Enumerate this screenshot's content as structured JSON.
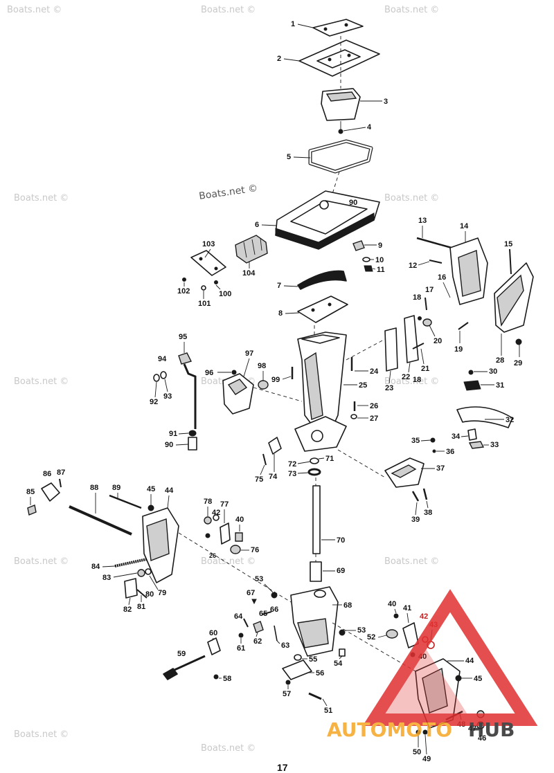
{
  "page_number": "17",
  "watermark": "Boats.net ©",
  "logo": {
    "word1": "AUTOMOTO",
    "word2": "HUB",
    "color_red": "#e03030",
    "color_orange": "#f5a623",
    "color_dark": "#2b2b2b"
  },
  "callouts": [
    {
      "id": "c1",
      "text": "1"
    },
    {
      "id": "c2",
      "text": "2"
    },
    {
      "id": "c3",
      "text": "3"
    },
    {
      "id": "c4",
      "text": "4"
    },
    {
      "id": "c5",
      "text": "5"
    },
    {
      "id": "c90a",
      "text": "90"
    },
    {
      "id": "c6",
      "text": "6"
    },
    {
      "id": "c9",
      "text": "9"
    },
    {
      "id": "c10",
      "text": "10"
    },
    {
      "id": "c11",
      "text": "11"
    },
    {
      "id": "c13",
      "text": "13"
    },
    {
      "id": "c14",
      "text": "14"
    },
    {
      "id": "c15",
      "text": "15"
    },
    {
      "id": "c12",
      "text": "12"
    },
    {
      "id": "c16",
      "text": "16"
    },
    {
      "id": "c103",
      "text": "103"
    },
    {
      "id": "c104",
      "text": "104"
    },
    {
      "id": "c102",
      "text": "102"
    },
    {
      "id": "c101",
      "text": "101"
    },
    {
      "id": "c100",
      "text": "100"
    },
    {
      "id": "c7",
      "text": "7"
    },
    {
      "id": "c8",
      "text": "8"
    },
    {
      "id": "c17",
      "text": "17"
    },
    {
      "id": "c18a",
      "text": "18"
    },
    {
      "id": "c20",
      "text": "20"
    },
    {
      "id": "c19",
      "text": "19"
    },
    {
      "id": "c28",
      "text": "28"
    },
    {
      "id": "c29",
      "text": "29"
    },
    {
      "id": "c95",
      "text": "95"
    },
    {
      "id": "c94",
      "text": "94"
    },
    {
      "id": "c97",
      "text": "97"
    },
    {
      "id": "c96",
      "text": "96"
    },
    {
      "id": "c98",
      "text": "98"
    },
    {
      "id": "c99",
      "text": "99"
    },
    {
      "id": "c24",
      "text": "24"
    },
    {
      "id": "c23",
      "text": "23"
    },
    {
      "id": "c22",
      "text": "22"
    },
    {
      "id": "c21",
      "text": "21"
    },
    {
      "id": "c18b",
      "text": "18"
    },
    {
      "id": "c30",
      "text": "30"
    },
    {
      "id": "c25",
      "text": "25"
    },
    {
      "id": "c31",
      "text": "31"
    },
    {
      "id": "c92",
      "text": "92"
    },
    {
      "id": "c93",
      "text": "93"
    },
    {
      "id": "c26a",
      "text": "26"
    },
    {
      "id": "c27",
      "text": "27"
    },
    {
      "id": "c32",
      "text": "32"
    },
    {
      "id": "c91",
      "text": "91"
    },
    {
      "id": "c90b",
      "text": "90"
    },
    {
      "id": "c34",
      "text": "34"
    },
    {
      "id": "c35",
      "text": "35"
    },
    {
      "id": "c33",
      "text": "33"
    },
    {
      "id": "c36",
      "text": "36"
    },
    {
      "id": "c72",
      "text": "72"
    },
    {
      "id": "c71",
      "text": "71"
    },
    {
      "id": "c73",
      "text": "73"
    },
    {
      "id": "c75",
      "text": "75"
    },
    {
      "id": "c74",
      "text": "74"
    },
    {
      "id": "c37",
      "text": "37"
    },
    {
      "id": "c86",
      "text": "86"
    },
    {
      "id": "c87",
      "text": "87"
    },
    {
      "id": "c88",
      "text": "88"
    },
    {
      "id": "c89",
      "text": "89"
    },
    {
      "id": "c45a",
      "text": "45"
    },
    {
      "id": "c44a",
      "text": "44"
    },
    {
      "id": "c85",
      "text": "85"
    },
    {
      "id": "c38",
      "text": "38"
    },
    {
      "id": "c39",
      "text": "39"
    },
    {
      "id": "c78",
      "text": "78"
    },
    {
      "id": "c42a",
      "text": "42"
    },
    {
      "id": "c77",
      "text": "77"
    },
    {
      "id": "c40a",
      "text": "40"
    },
    {
      "id": "c26b",
      "text": "26"
    },
    {
      "id": "c76",
      "text": "76"
    },
    {
      "id": "c70",
      "text": "70"
    },
    {
      "id": "c84",
      "text": "84"
    },
    {
      "id": "c83",
      "text": "83"
    },
    {
      "id": "c69",
      "text": "69"
    },
    {
      "id": "c53a",
      "text": "53"
    },
    {
      "id": "c80",
      "text": "80"
    },
    {
      "id": "c79",
      "text": "79"
    },
    {
      "id": "c67",
      "text": "67"
    },
    {
      "id": "c82",
      "text": "82"
    },
    {
      "id": "c81",
      "text": "81"
    },
    {
      "id": "c68",
      "text": "68"
    },
    {
      "id": "c64",
      "text": "64"
    },
    {
      "id": "c65",
      "text": "65"
    },
    {
      "id": "c66",
      "text": "66"
    },
    {
      "id": "c40b",
      "text": "40"
    },
    {
      "id": "c41",
      "text": "41"
    },
    {
      "id": "c42b",
      "text": "42"
    },
    {
      "id": "c43",
      "text": "43"
    },
    {
      "id": "c60",
      "text": "60"
    },
    {
      "id": "c61",
      "text": "61"
    },
    {
      "id": "c62",
      "text": "62"
    },
    {
      "id": "c63",
      "text": "63"
    },
    {
      "id": "c53b",
      "text": "53"
    },
    {
      "id": "c52",
      "text": "52"
    },
    {
      "id": "c40c",
      "text": "40"
    },
    {
      "id": "c59",
      "text": "59"
    },
    {
      "id": "c55",
      "text": "55"
    },
    {
      "id": "c54",
      "text": "54"
    },
    {
      "id": "c44b",
      "text": "44"
    },
    {
      "id": "c56",
      "text": "56"
    },
    {
      "id": "c45b",
      "text": "45"
    },
    {
      "id": "c58",
      "text": "58"
    },
    {
      "id": "c57",
      "text": "57"
    },
    {
      "id": "c51",
      "text": "51"
    },
    {
      "id": "c48",
      "text": "48"
    },
    {
      "id": "c47",
      "text": "47"
    },
    {
      "id": "c46",
      "text": "46"
    },
    {
      "id": "c50",
      "text": "50"
    },
    {
      "id": "c49",
      "text": "49"
    }
  ]
}
